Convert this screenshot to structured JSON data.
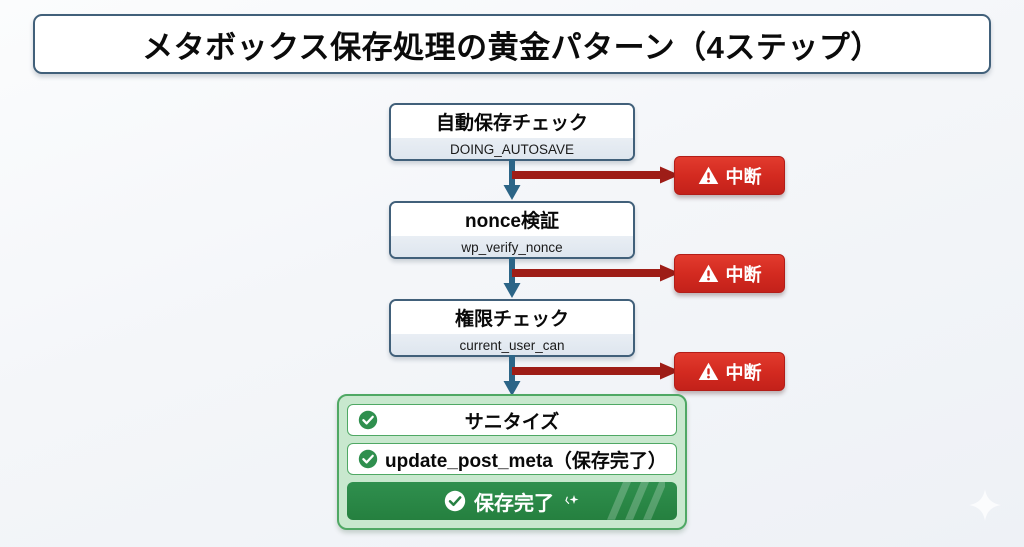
{
  "page": {
    "title": "メタボックス保存処理の黄金パターン（4ステップ）",
    "background_color": "#f4f6f9"
  },
  "colors": {
    "box_border": "#41607a",
    "box_fill": "#ffffff",
    "box_subfill": "#e3eaf2",
    "flow_arrow": "#2c6587",
    "abort_arrow": "#9e1d17",
    "abort_badge": "#d32a20",
    "success_border": "#4fa864",
    "success_fill": "#c8e8ce",
    "success_banner": "#278043"
  },
  "steps": [
    {
      "title": "自動保存チェック",
      "subtitle": "DOING_AUTOSAVE"
    },
    {
      "title": "nonce検証",
      "subtitle": "wp_verify_nonce"
    },
    {
      "title": "権限チェック",
      "subtitle": "current_user_can"
    }
  ],
  "aborts": [
    {
      "label": "中断",
      "icon": "warning-triangle-icon"
    },
    {
      "label": "中断",
      "icon": "warning-triangle-icon"
    },
    {
      "label": "中断",
      "icon": "warning-triangle-icon"
    }
  ],
  "success": {
    "items": [
      {
        "label": "サニタイズ",
        "icon": "check-circle-icon",
        "centered": true
      },
      {
        "label": "update_post_meta（保存完了）",
        "icon": "check-circle-icon",
        "centered": false
      }
    ],
    "banner": {
      "label": "保存完了",
      "icon": "check-circle-icon",
      "sparkle_icon": "sparkle-icon"
    }
  },
  "decoration": {
    "sparkle_icon": "sparkle-icon"
  }
}
